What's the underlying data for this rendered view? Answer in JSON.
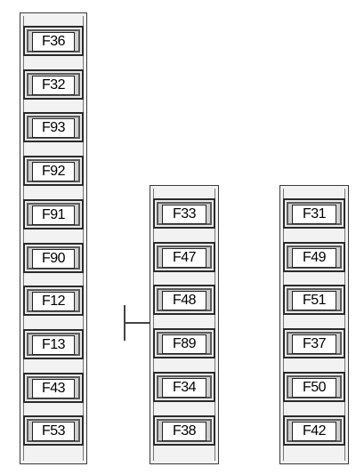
{
  "fuse_columns": [
    {
      "fuses": [
        "F36",
        "F32",
        "F93",
        "F92",
        "F91",
        "F90",
        "F12",
        "F13",
        "F43",
        "F53"
      ]
    },
    {
      "fuses": [
        "F33",
        "F47",
        "F48",
        "F89",
        "F34",
        "F38"
      ]
    },
    {
      "fuses": [
        "F31",
        "F49",
        "F51",
        "F37",
        "F50",
        "F42"
      ]
    }
  ],
  "colors": {
    "outline": "#2a2a2a",
    "fuse_body": "#cfcfcf",
    "label_bg": "#ffffff"
  }
}
